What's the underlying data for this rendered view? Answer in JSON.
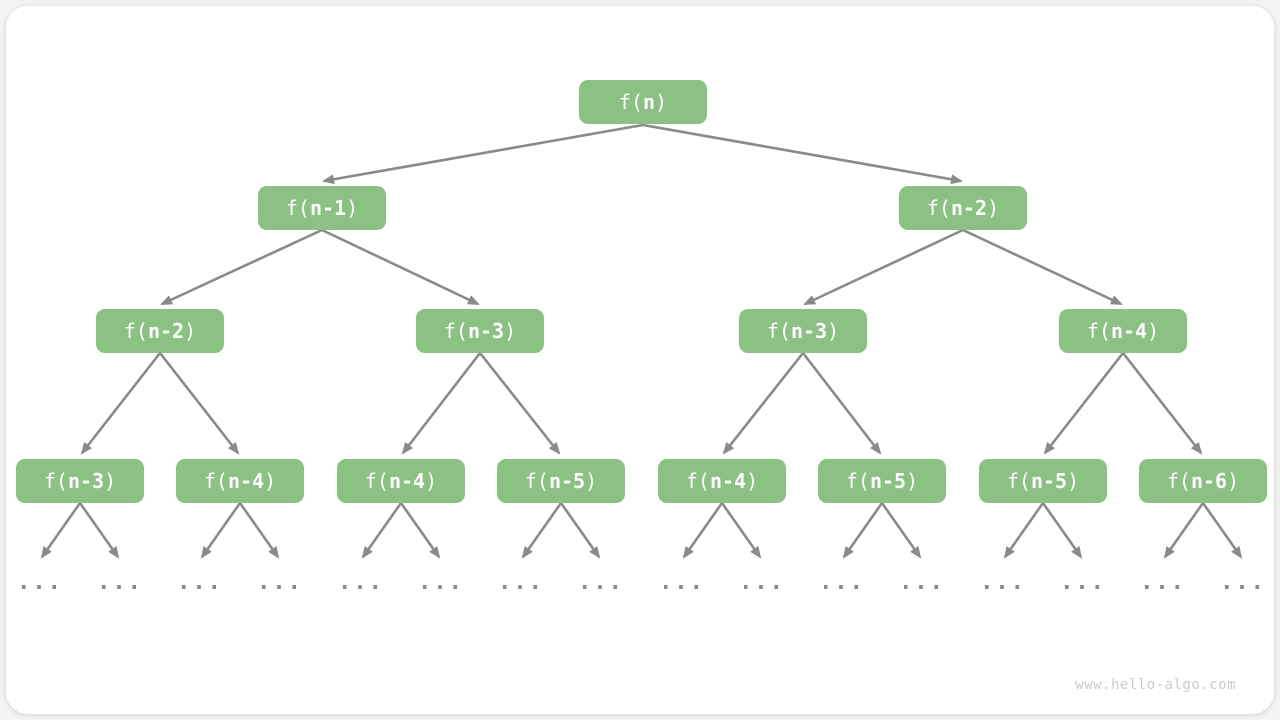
{
  "diagram": {
    "title_hint": "recursion-tree-of-f(n)",
    "root": {
      "prefix": "f(",
      "arg": "n",
      "suffix": ")"
    },
    "level2": [
      {
        "prefix": "f(",
        "arg": "n-1",
        "suffix": ")"
      },
      {
        "prefix": "f(",
        "arg": "n-2",
        "suffix": ")"
      }
    ],
    "level3": [
      {
        "prefix": "f(",
        "arg": "n-2",
        "suffix": ")"
      },
      {
        "prefix": "f(",
        "arg": "n-3",
        "suffix": ")"
      },
      {
        "prefix": "f(",
        "arg": "n-3",
        "suffix": ")"
      },
      {
        "prefix": "f(",
        "arg": "n-4",
        "suffix": ")"
      }
    ],
    "level4": [
      {
        "prefix": "f(",
        "arg": "n-3",
        "suffix": ")"
      },
      {
        "prefix": "f(",
        "arg": "n-4",
        "suffix": ")"
      },
      {
        "prefix": "f(",
        "arg": "n-4",
        "suffix": ")"
      },
      {
        "prefix": "f(",
        "arg": "n-5",
        "suffix": ")"
      },
      {
        "prefix": "f(",
        "arg": "n-4",
        "suffix": ")"
      },
      {
        "prefix": "f(",
        "arg": "n-5",
        "suffix": ")"
      },
      {
        "prefix": "f(",
        "arg": "n-5",
        "suffix": ")"
      },
      {
        "prefix": "f(",
        "arg": "n-6",
        "suffix": ")"
      }
    ],
    "ellipsis": "...",
    "watermark": "www.hello-algo.com",
    "colors": {
      "node_fill": "#8cc184",
      "node_text": "#ffffff",
      "arrow": "#8a8a8a",
      "card_bg": "#ffffff",
      "page_bg": "#f3f3f1",
      "watermark_text": "#cbcbcb"
    }
  }
}
